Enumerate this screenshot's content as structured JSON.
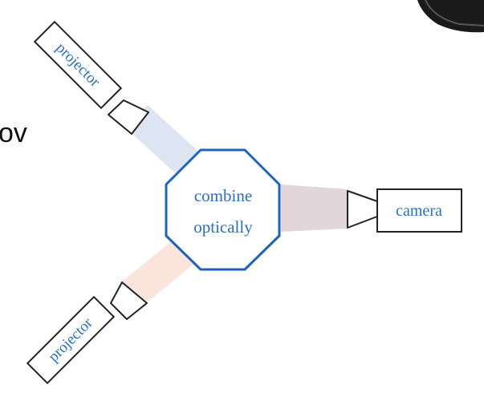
{
  "slide": {
    "partial_text": "ov"
  },
  "diagram": {
    "center_node": {
      "line1": "combine",
      "line2": "optically",
      "color": "#1f63b8"
    },
    "nodes": {
      "projector_top": {
        "label": "projector",
        "beam_color": "#dde4f2"
      },
      "projector_bottom": {
        "label": "projector",
        "beam_color": "#fae4dc"
      },
      "camera": {
        "label": "camera",
        "beam_color": "#e2d6da"
      }
    },
    "label_color": "#2a6fc0",
    "outline_color": "#222222"
  }
}
